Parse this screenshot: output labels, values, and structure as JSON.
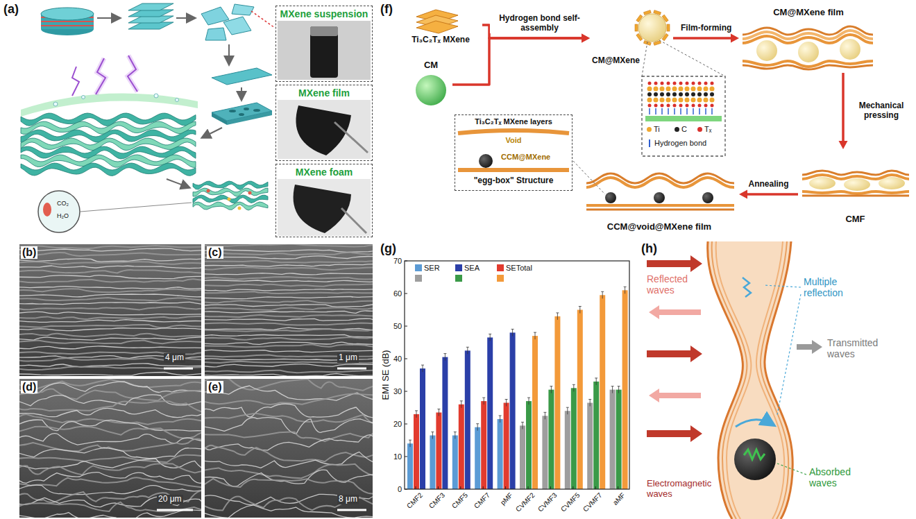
{
  "diagram": {
    "nodes": [
      {
        "text": [
          "MXene suspension"
        ]
      },
      {
        "text": [
          "MXene film"
        ]
      },
      {
        "text": [
          "MXene foam"
        ]
      },
      {
        "text": [
          "Ti₃C₂Tₓ MXene"
        ]
      },
      {
        "text": [
          "CM"
        ]
      },
      {
        "text": [
          "CM@MXene"
        ]
      },
      {
        "text": [
          "CM@MXene film"
        ]
      },
      {
        "text": [
          "CMF"
        ]
      },
      {
        "text": [
          "CCM@void@MXene film"
        ]
      },
      {
        "text": [
          "Ti₃C₂Tₓ MXene layers",
          "Void",
          "CCM@MXene",
          "\"egg-box\" Structure"
        ]
      }
    ],
    "edges": [
      {
        "from": 3,
        "to": 5,
        "arrow": "to",
        "label": "Hydrogen bond self-assembly"
      },
      {
        "from": 4,
        "to": 5,
        "arrow": "to"
      },
      {
        "from": 5,
        "to": 6,
        "arrow": "to",
        "label": "Film-forming"
      },
      {
        "from": 6,
        "to": 7,
        "arrow": "to",
        "label": "Mechanical pressing"
      },
      {
        "from": 7,
        "to": 8,
        "arrow": "to",
        "label": "Annealing"
      }
    ],
    "labels": [
      "(a)",
      "CO₂",
      "H₂O",
      "(b)",
      "4 μm",
      "(c)",
      "1 μm",
      "(d)",
      "20 μm",
      "(e)",
      "8 μm",
      "(f)",
      "(g)",
      "EMI SE (dB)",
      "0",
      "10",
      "20",
      "30",
      "40",
      "50",
      "60",
      "70",
      "CMF2",
      "CMF3",
      "CMF5",
      "CMF7",
      "pMF",
      "CVMF2",
      "CVMF3",
      "CVMF5",
      "CVMF7",
      "aMF",
      "(h)",
      "Reflected waves",
      "Multiple reflection",
      "Transmitted waves",
      "Electromagnetic waves",
      "Absorbed waves"
    ],
    "legend": [
      {
        "text": "Ti",
        "color": "#f0a830"
      },
      {
        "text": "C",
        "color": "#222222"
      },
      {
        "text": "Tₓ",
        "color": "#d9302c"
      },
      {
        "text": "Hydrogen bond"
      },
      {
        "text": "SER",
        "color": "#5b9bd5"
      },
      {
        "text": "SEA",
        "color": "#2b3fa8"
      },
      {
        "text": "SETotal",
        "color": "#e23b2e"
      }
    ]
  }
}
